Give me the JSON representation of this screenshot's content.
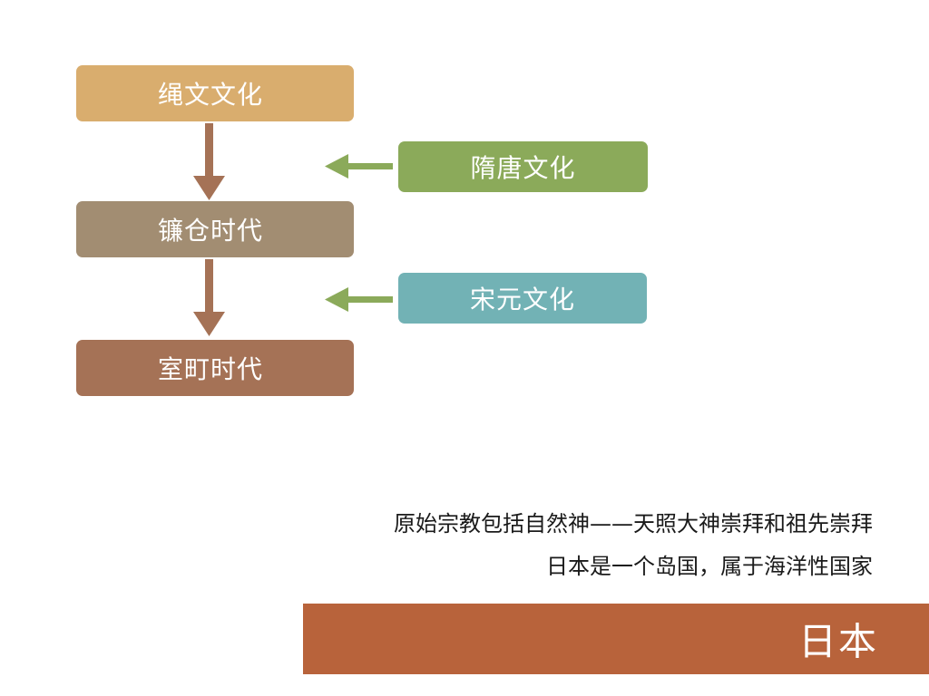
{
  "diagram": {
    "main_sequence": [
      {
        "label": "绳文文化"
      },
      {
        "label": "镰仓时代"
      },
      {
        "label": "室町时代"
      }
    ],
    "influences": [
      {
        "label": "隋唐文化",
        "target": "镰仓时代"
      },
      {
        "label": "宋元文化",
        "target": "室町时代"
      }
    ]
  },
  "captions": [
    "原始宗教包括自然神——天照大神崇拜和祖先崇拜",
    "日本是一个岛国，属于海洋性国家"
  ],
  "banner": {
    "title": "日本"
  },
  "colors": {
    "jomon": "#d9ad6e",
    "kamakura": "#a28d72",
    "muromachi": "#a57256",
    "suitang": "#8baa5a",
    "songyuan": "#72b2b5",
    "down_arrow": "#a57256",
    "side_arrow": "#8baa5a",
    "banner": "#b8633b"
  }
}
